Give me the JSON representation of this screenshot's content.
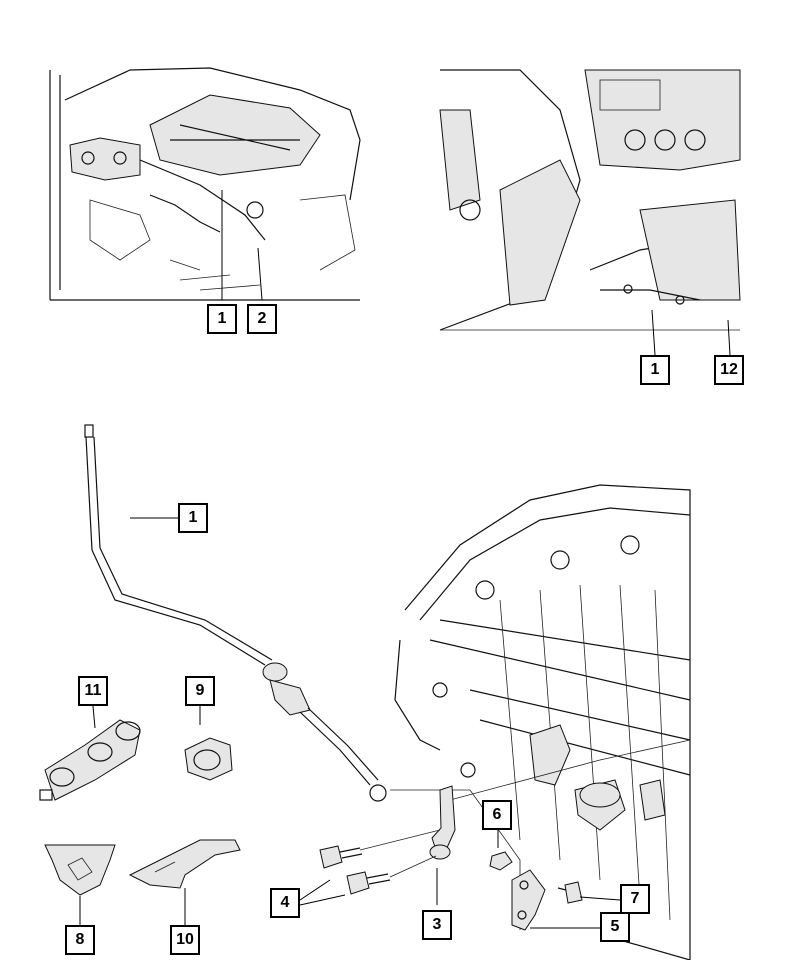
{
  "callouts": {
    "inset_left_1": "1",
    "inset_left_2": "2",
    "inset_right_1": "1",
    "inset_right_12": "12",
    "main_1": "1",
    "part_11": "11",
    "part_9": "9",
    "part_8": "8",
    "part_10": "10",
    "part_4": "4",
    "part_3": "3",
    "part_6": "6",
    "part_7": "7",
    "part_5": "5"
  },
  "colors": {
    "ink": "#111111",
    "background": "#ffffff"
  }
}
